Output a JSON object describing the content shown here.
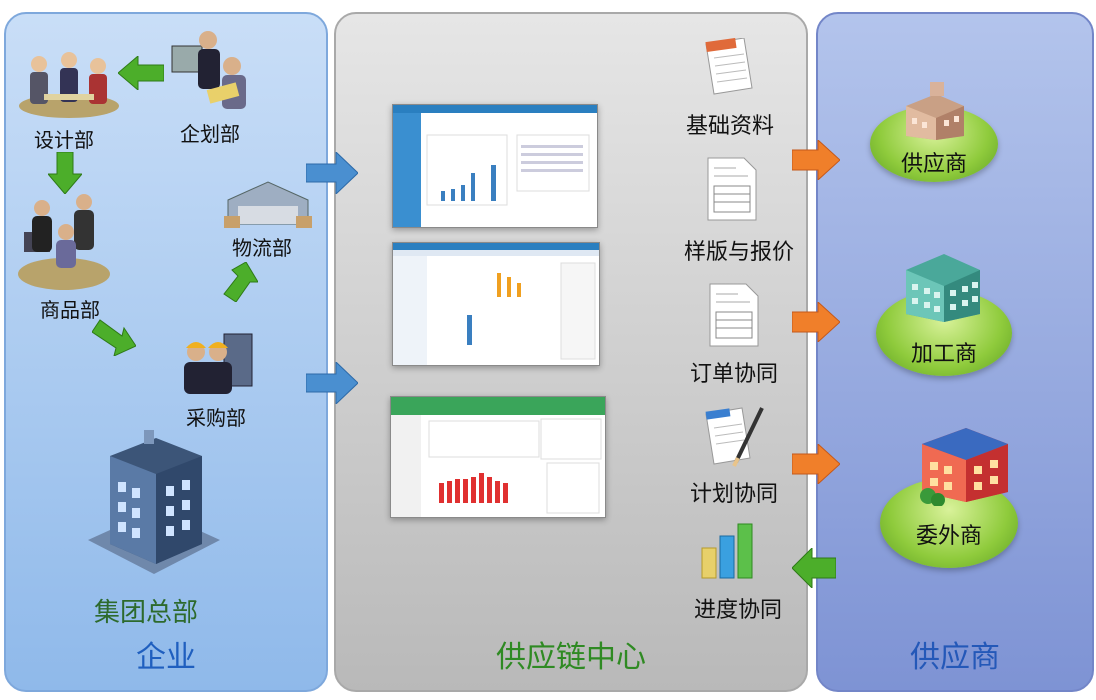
{
  "panels": {
    "enterprise": "企业",
    "center": "供应链中心",
    "supplier": "供应商"
  },
  "departments": {
    "design": "设计部",
    "planning": "企划部",
    "logistics": "物流部",
    "merchandise": "商品部",
    "purchasing": "采购部",
    "headquarters": "集团总部"
  },
  "services": {
    "basic": "基础资料",
    "sample": "样版与报价",
    "order": "订单协同",
    "plan": "计划协同",
    "progress": "进度协同"
  },
  "partners": {
    "supplier": "供应商",
    "processor": "加工商",
    "outsourcer": "委外商"
  },
  "colors": {
    "enterprise_bg": "#a9c9f0",
    "center_bg": "#cfcfcf",
    "supplier_bg": "#9aaee0",
    "green_arrow": "#4cae2a",
    "orange_arrow": "#f07f2a",
    "blue_arrow": "#4a8fd0",
    "ellipse_green": "#8fcb3c"
  }
}
